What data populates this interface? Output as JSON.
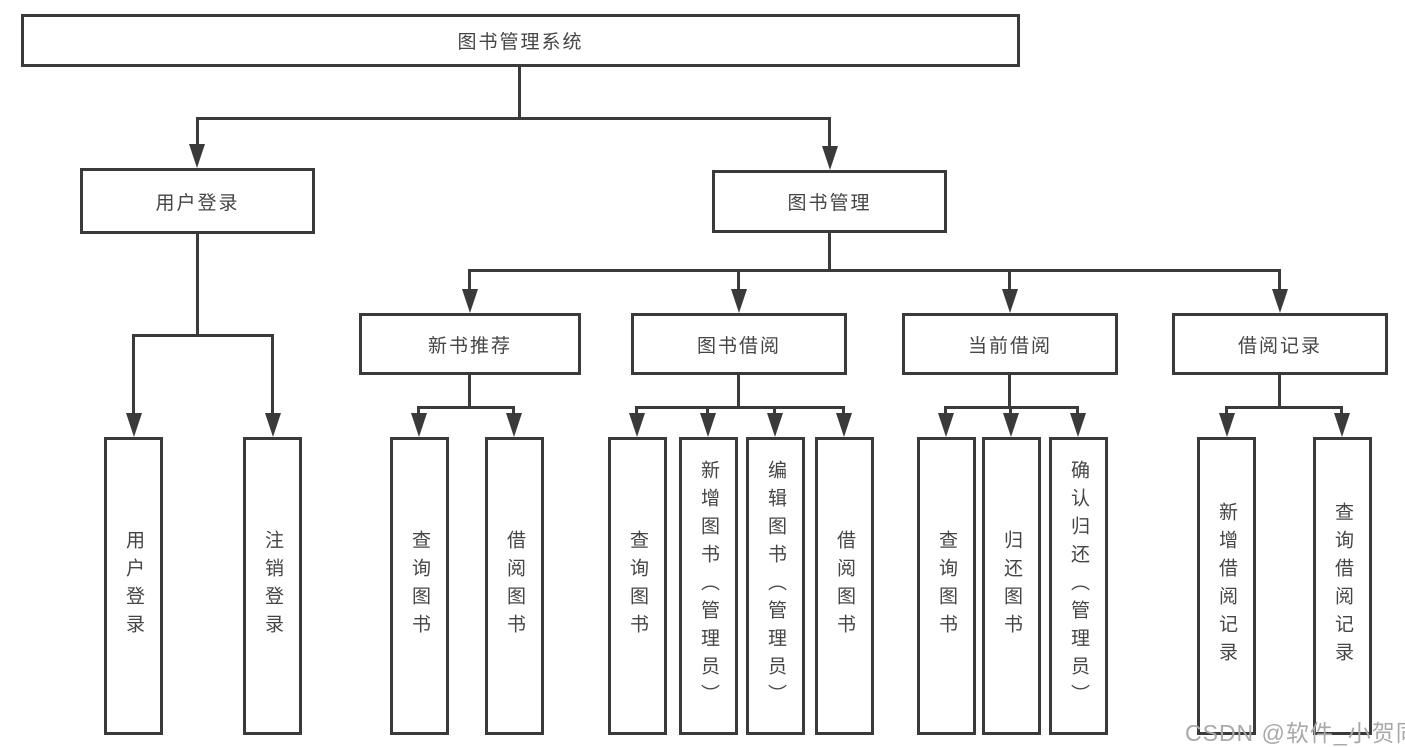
{
  "diagram": {
    "title": "图书管理系统",
    "user_login_branch": {
      "label": "用户登录",
      "children": [
        "用户登录",
        "注销登录"
      ]
    },
    "book_mgmt_branch": {
      "label": "图书管理",
      "sections": [
        {
          "label": "新书推荐",
          "children": [
            "查询图书",
            "借阅图书"
          ]
        },
        {
          "label": "图书借阅",
          "children": [
            "查询图书",
            "新增图书（管理员）",
            "编辑图书（管理员）",
            "借阅图书"
          ]
        },
        {
          "label": "当前借阅",
          "children": [
            "查询图书",
            "归还图书",
            "确认归还（管理员）"
          ]
        },
        {
          "label": "借阅记录",
          "children": [
            "新增借阅记录",
            "查询借阅记录"
          ]
        }
      ]
    }
  },
  "watermark": "CSDN @软件_小贺同学",
  "colors": {
    "line": "#3a3a3a",
    "box_background": "#ffffff",
    "text": "#454545",
    "watermark": "#a9a9a9"
  }
}
